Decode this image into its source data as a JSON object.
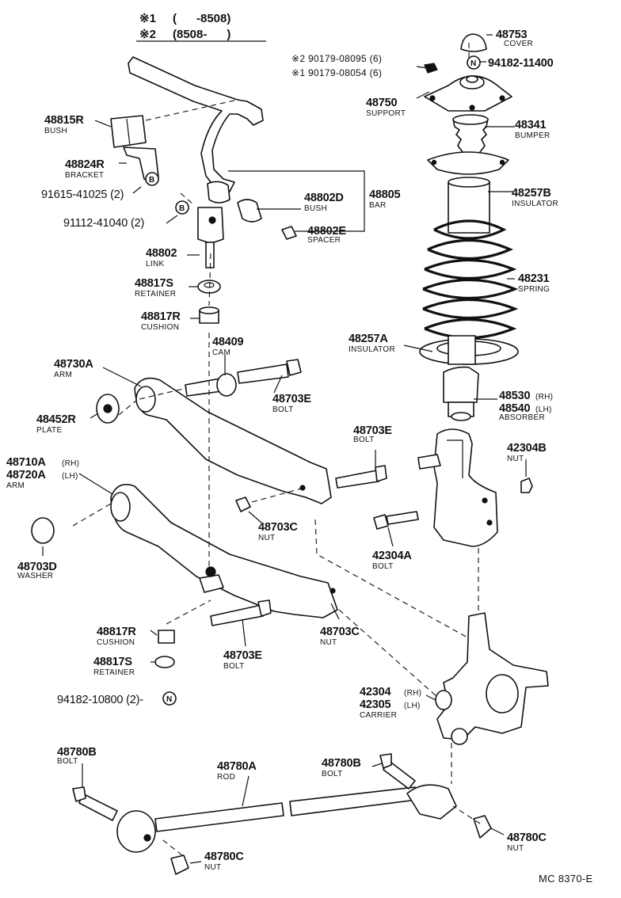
{
  "legend": {
    "row1_mark": "※1",
    "row1_range": "(      -8508)",
    "row2_mark": "※2",
    "row2_range": "(8508-      )"
  },
  "callouts": {
    "c48753_num": "48753",
    "c48753_name": "COVER",
    "c94182a_num": "94182-11400",
    "c90179_2": "※2 90179-08095 (6)",
    "c90179_1": "※1 90179-08054 (6)",
    "c48750_num": "48750",
    "c48750_name": "SUPPORT",
    "c48341_num": "48341",
    "c48341_name": "BUMPER",
    "c48815r_num": "48815R",
    "c48815r_name": "BUSH",
    "c48824r_num": "48824R",
    "c48824r_name": "BRACKET",
    "c91615_num": "91615-41025 (2)",
    "c91112_num": "91112-41040 (2)",
    "c48802d_num": "48802D",
    "c48802d_name": "BUSH",
    "c48805_num": "48805",
    "c48805_name": "BAR",
    "c48257b_num": "48257B",
    "c48257b_name": "INSULATOR",
    "c48802e_num": "48802E",
    "c48802e_name": "SPACER",
    "c48802_num": "48802",
    "c48802_name": "LINK",
    "c48817s_num": "48817S",
    "c48817s_name": "RETAINER",
    "c48231_num": "48231",
    "c48231_name": "SPRING",
    "c48817r_num": "48817R",
    "c48817r_name": "CUSHION",
    "c48409_num": "48409",
    "c48409_name": "CAM",
    "c48257a_num": "48257A",
    "c48257a_name": "INSULATOR",
    "c48730a_num": "48730A",
    "c48730a_name": "ARM",
    "c48703e1_num": "48703E",
    "c48703e1_name": "BOLT",
    "c48530_num": "48530",
    "c48530_suffix": "(RH)",
    "c48540_num": "48540",
    "c48540_suffix": "(LH)",
    "c48540_name": "ABSORBER",
    "c48452r_num": "48452R",
    "c48452r_name": "PLATE",
    "c48703e2_num": "48703E",
    "c48703e2_name": "BOLT",
    "c42304b_num": "42304B",
    "c42304b_name": "NUT",
    "c48710a_num": "48710A",
    "c48710a_suffix": "(RH)",
    "c48720a_num": "48720A",
    "c48720a_suffix": "(LH)",
    "c48720a_name": "ARM",
    "c48703c1_num": "48703C",
    "c48703c1_name": "NUT",
    "c48703d_num": "48703D",
    "c48703d_name": "WASHER",
    "c42304a_num": "42304A",
    "c42304a_name": "BOLT",
    "c48817r2_num": "48817R",
    "c48817r2_name": "CUSHION",
    "c48703c2_num": "48703C",
    "c48703c2_name": "NUT",
    "c48817s2_num": "48817S",
    "c48817s2_name": "RETAINER",
    "c48703e3_num": "48703E",
    "c48703e3_name": "BOLT",
    "c42304_num": "42304",
    "c42304_suffix": "(RH)",
    "c42305_num": "42305",
    "c42305_suffix": "(LH)",
    "c42305_name": "CARRIER",
    "c94182b_num": "94182-10800 (2)-",
    "c48780b1_num": "48780B",
    "c48780b1_name": "BOLT",
    "c48780a_num": "48780A",
    "c48780a_name": "ROD",
    "c48780b2_num": "48780B",
    "c48780b2_name": "BOLT",
    "c48780c1_num": "48780C",
    "c48780c1_name": "NUT",
    "c48780c2_num": "48780C",
    "c48780c2_name": "NUT"
  },
  "markers": {
    "n_mark": "N",
    "b_mark": "B"
  },
  "footer": {
    "code": "MC 8370-E"
  }
}
